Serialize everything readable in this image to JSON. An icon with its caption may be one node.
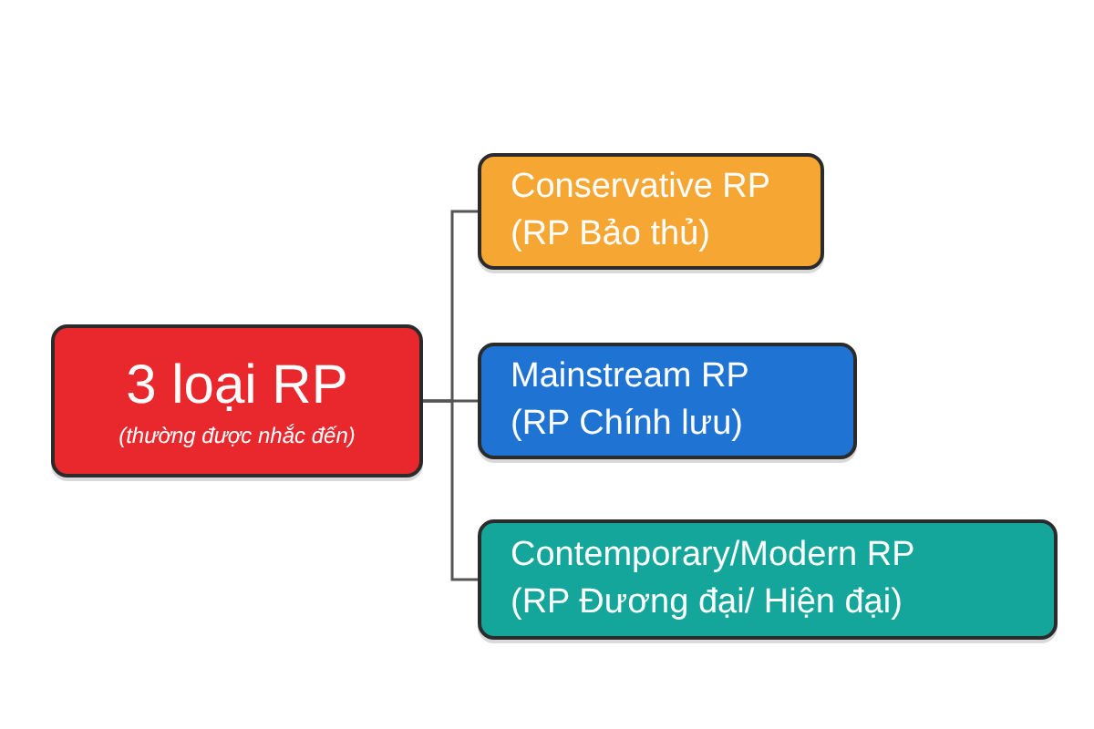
{
  "diagram": {
    "nodes": [
      {
        "text": [
          "3 loại RP",
          "(thường được nhắc đến)"
        ]
      },
      {
        "text": [
          "Conservative RP",
          "(RP Bảo thủ)"
        ]
      },
      {
        "text": [
          "Mainstream RP",
          "(RP Chính lưu)"
        ]
      },
      {
        "text": [
          "Contemporary/Modern RP",
          "(RP Đương đại/ Hiện đại)"
        ]
      }
    ],
    "edges": [
      {
        "from": 0,
        "to": 1,
        "arrow": "none"
      },
      {
        "from": 0,
        "to": 2,
        "arrow": "none"
      },
      {
        "from": 0,
        "to": 3,
        "arrow": "none"
      }
    ]
  }
}
